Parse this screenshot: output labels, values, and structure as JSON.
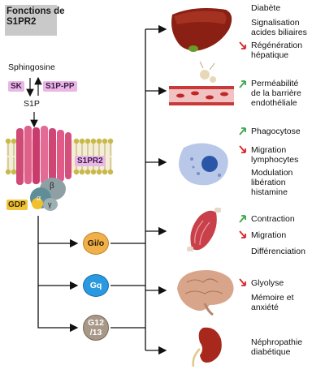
{
  "title": "Fonctions de\nS1PR2",
  "left": {
    "sphingosine": "Sphingosine",
    "sk": "SK",
    "s1p_pp": "S1P-PP",
    "s1p": "S1P",
    "receptor": "S1PR2",
    "gdp": "GDP",
    "beta": "β",
    "alpha": "α",
    "gamma": "γ"
  },
  "nodes": {
    "gio": "Gi/o",
    "gq": "Gq",
    "g1213": "G12\n/13"
  },
  "organs": [
    {
      "name": "liver",
      "effects": [
        {
          "arrow": "",
          "text": "Diabète"
        },
        {
          "arrow": "",
          "text": "Signalisation\nacides biliaires"
        },
        {
          "arrow": "down",
          "text": "Régénération\nhépatique"
        }
      ]
    },
    {
      "name": "vessel",
      "effects": [
        {
          "arrow": "up",
          "text": "Perméabilité\nde la barrière\nendothéliale"
        }
      ]
    },
    {
      "name": "immune-cell",
      "effects": [
        {
          "arrow": "up",
          "text": "Phagocytose"
        },
        {
          "arrow": "down",
          "text": "Migration\nlymphocytes"
        },
        {
          "arrow": "",
          "text": "Modulation\nlibération\nhistamine"
        }
      ]
    },
    {
      "name": "muscle",
      "effects": [
        {
          "arrow": "up",
          "text": "Contraction"
        },
        {
          "arrow": "down",
          "text": "Migration"
        },
        {
          "arrow": "",
          "text": "Différenciation"
        }
      ]
    },
    {
      "name": "brain",
      "effects": [
        {
          "arrow": "down",
          "text": "Glyolyse"
        },
        {
          "arrow": "",
          "text": "Mémoire et\nanxiété"
        }
      ]
    },
    {
      "name": "kidney",
      "effects": [
        {
          "arrow": "",
          "text": "Néphropathie\ndiabétique"
        }
      ]
    }
  ],
  "colors": {
    "up_arrow": "#3aa64a",
    "down_arrow": "#d8242a",
    "gio_node": "#e8a53a",
    "gq_node": "#1f8fd8",
    "g1213_node": "#9a8c7c",
    "receptor": "#d23a6a",
    "membrane_head": "#c9b84a"
  }
}
